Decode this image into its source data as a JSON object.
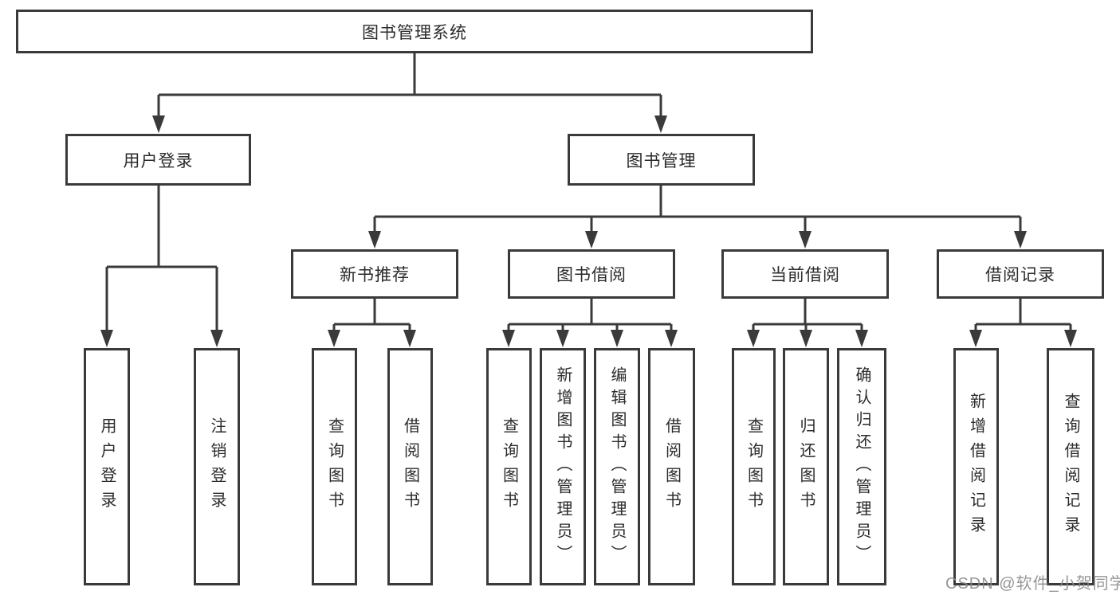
{
  "diagram": {
    "root": {
      "label": "图书管理系统"
    },
    "level2": [
      {
        "id": "user-login",
        "label": "用户登录"
      },
      {
        "id": "book-management",
        "label": "图书管理"
      }
    ],
    "level3": [
      {
        "id": "new-book-recommendation",
        "label": "新书推荐",
        "parent": "book-management"
      },
      {
        "id": "book-borrowing",
        "label": "图书借阅",
        "parent": "book-management"
      },
      {
        "id": "current-borrowing",
        "label": "当前借阅",
        "parent": "book-management"
      },
      {
        "id": "borrowing-records",
        "label": "借阅记录",
        "parent": "book-management"
      }
    ],
    "leaves": [
      {
        "label": "用户登录",
        "parent": "user-login"
      },
      {
        "label": "注销登录",
        "parent": "user-login"
      },
      {
        "label": "查询图书",
        "parent": "new-book-recommendation"
      },
      {
        "label": "借阅图书",
        "parent": "new-book-recommendation"
      },
      {
        "label": "查询图书",
        "parent": "book-borrowing"
      },
      {
        "label": "新增图书（管理员）",
        "parent": "book-borrowing"
      },
      {
        "label": "编辑图书（管理员）",
        "parent": "book-borrowing"
      },
      {
        "label": "借阅图书",
        "parent": "book-borrowing"
      },
      {
        "label": "查询图书",
        "parent": "current-borrowing"
      },
      {
        "label": "归还图书",
        "parent": "current-borrowing"
      },
      {
        "label": "确认归还（管理员）",
        "parent": "current-borrowing"
      },
      {
        "label": "新增借阅记录",
        "parent": "borrowing-records"
      },
      {
        "label": "查询借阅记录",
        "parent": "borrowing-records"
      }
    ]
  },
  "watermark": "CSDN @软件_小贺同学",
  "colors": {
    "line": "#3a3a3a",
    "text": "#2b2b2b",
    "box_background": "#ffffff",
    "watermark": "#878787",
    "page_background": "#ffffff"
  }
}
